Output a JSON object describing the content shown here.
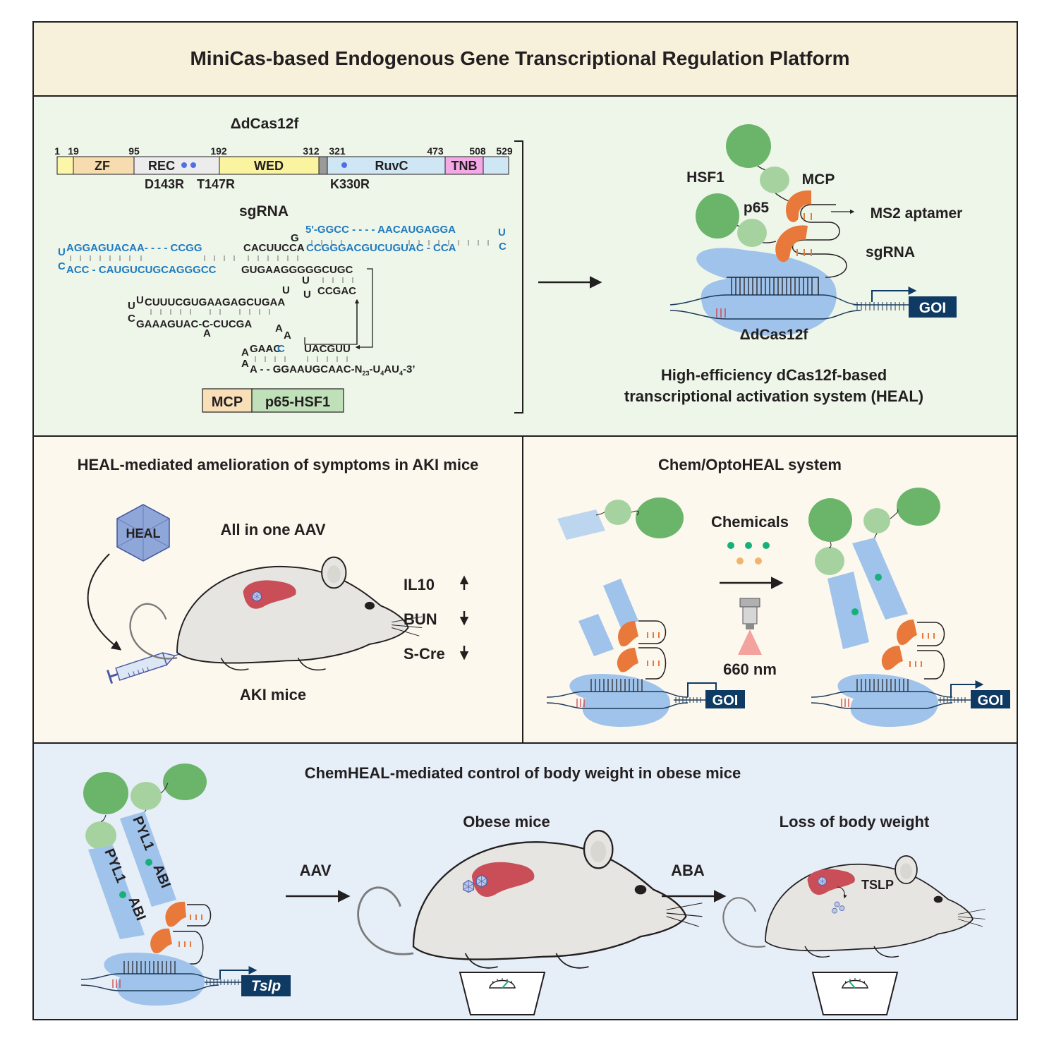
{
  "colors": {
    "title_bg": "#f7f1dc",
    "panel_green": "#eef6ea",
    "panel_cream": "#fcf8ee",
    "panel_blue": "#e6eef8",
    "protein_green": "#6bb56b",
    "protein_light_green": "#a6d2a0",
    "mcp_orange": "#e8793a",
    "dcas_blue": "#9fc3ea",
    "goi_navy": "#0f3a63",
    "seq_blue": "#1f7abf"
  },
  "title": "MiniCas-based Endogenous Gene Transcriptional Regulation Platform",
  "panel1": {
    "domain_title": "ΔdCas12f",
    "positions": [
      "1",
      "19",
      "95",
      "192",
      "312",
      "321",
      "473",
      "508",
      "529"
    ],
    "domains": [
      "ZF",
      "REC",
      "WED",
      "RuvC",
      "TNB"
    ],
    "mutations": [
      "D143R",
      "T147R",
      "K330R"
    ],
    "sgrna_title": "sgRNA",
    "seq": {
      "l1": "5'-GGCC - - - - AACAUGAGGA",
      "l1_u": "U",
      "l2_pre": "U",
      "l2_blue": "AGGAGUACAA- - - - CCGG",
      "l2_black": "CACUUCCA",
      "l2_blue2": "CCGGGACGUCUGUAC - CCA",
      "l2_c": "C",
      "g_top": "G",
      "l3_pre": "C",
      "l3_blue": "ACC - CAUGUCUGCAGGGCC",
      "l3_black": "GUGAAGGGGGCUGC",
      "u_a": "U",
      "u_b": "U",
      "u_c": "U",
      "ccgac": "CCGAC",
      "l4_u1": "U",
      "l4_u2": "U",
      "l4": "CUUUCGUGAAGAGCUGAA",
      "l5_c": "C",
      "l5": "GAAAGUAC-C-CUCGA",
      "l5_a1": "A",
      "l5_a2": "A",
      "l5_a3": "A",
      "l6_a": "A",
      "l6": "GAAC",
      "l6_c": "C",
      "l6_uacg": "UACGUU",
      "l7_a": "A",
      "l7": "A - - GGAAUGCAAC-N",
      "l7_n": "23",
      "l7_u": "-U",
      "l7_4": "4",
      "l7_au": "AU",
      "l7_4b": "4",
      "l7_end": "-3’"
    },
    "fusion": [
      "MCP",
      "p65-HSF1"
    ],
    "labels": {
      "hsf1": "HSF1",
      "p65": "p65",
      "mcp": "MCP",
      "ms2": "MS2 aptamer",
      "sgrna": "sgRNA",
      "goi": "GOI",
      "dcas": "ΔdCas12f"
    },
    "heal_caption": [
      "High-efficiency dCas12f-based",
      "transcriptional activation system (HEAL)"
    ]
  },
  "panel2": {
    "title": "HEAL-mediated amelioration of symptoms in AKI mice",
    "virus_label": "HEAL",
    "aav_label": "All in one AAV",
    "mouse_label": "AKI mice",
    "markers": [
      {
        "name": "IL10",
        "trend": "up"
      },
      {
        "name": "BUN",
        "trend": "down"
      },
      {
        "name": "S-Cre",
        "trend": "down"
      }
    ]
  },
  "panel3": {
    "title": "Chem/OptoHEAL system",
    "chemicals": "Chemicals",
    "light": "660 nm",
    "goi_left": "GOI",
    "goi_right": "GOI"
  },
  "panel4": {
    "title": "ChemHEAL-mediated control of body weight in obese mice",
    "pyl1": "PYL1",
    "abi": "ABI",
    "pyl1_b": "PYL1",
    "abi_b": "ABI",
    "tslp_gene": "Tslp",
    "aav": "AAV",
    "obese": "Obese mice",
    "aba": "ABA",
    "loss": "Loss of body weight",
    "tslp": "TSLP"
  }
}
